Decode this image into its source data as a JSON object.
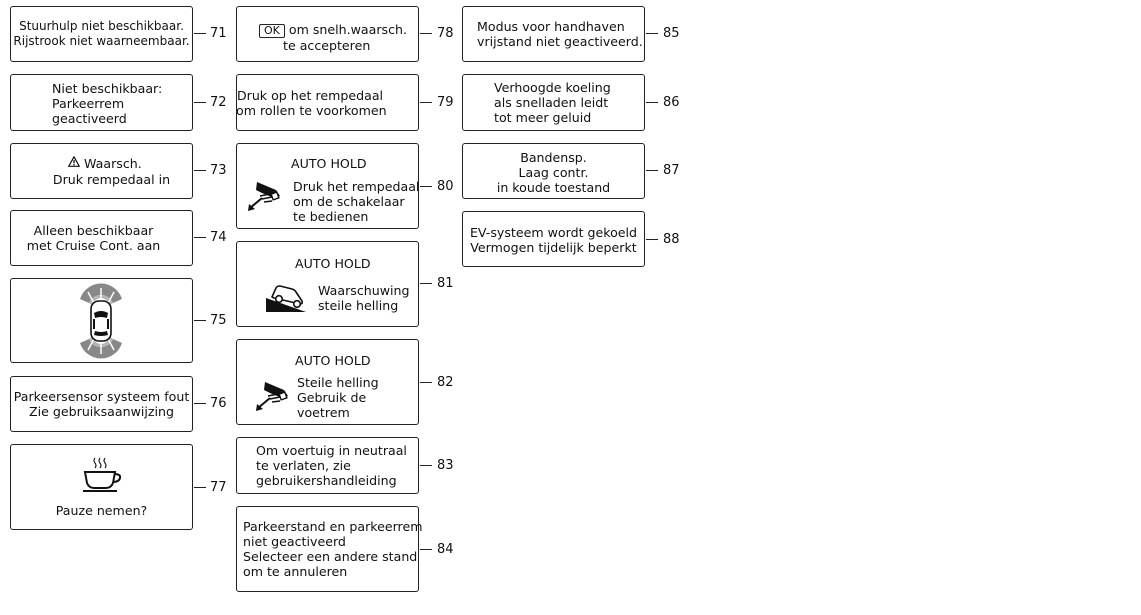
{
  "items": {
    "m71": {
      "lines": [
        "Stuurhulp niet beschikbaar.",
        "Rijstrook niet waarneembaar."
      ],
      "number": "71"
    },
    "m72": {
      "lines": [
        "Niet beschikbaar:",
        "Parkeerrem",
        "geactiveerd"
      ],
      "number": "72"
    },
    "m73": {
      "lines": [
        "Waarsch.",
        "Druk rempedaal in"
      ],
      "number": "73",
      "icon": "warning-triangle-icon"
    },
    "m74": {
      "lines": [
        "Alleen beschikbaar",
        "met Cruise Cont. aan"
      ],
      "number": "74"
    },
    "m75": {
      "number": "75",
      "icon": "car-parking-sensor-icon"
    },
    "m76": {
      "lines": [
        "Parkeersensor systeem fout",
        "Zie gebruiksaanwijzing"
      ],
      "number": "76"
    },
    "m77": {
      "lines": [
        "Pauze nemen?"
      ],
      "number": "77",
      "icon": "coffee-cup-icon"
    },
    "m78": {
      "ok": "OK",
      "lines": [
        "om snelh.waarsch.",
        "te accepteren"
      ],
      "number": "78"
    },
    "m79": {
      "lines": [
        "Druk op het rempedaal",
        "om rollen te voorkomen"
      ],
      "number": "79"
    },
    "m80": {
      "title": "AUTO HOLD",
      "lines": [
        "Druk het rempedaal",
        "om de schakelaar",
        "te bedienen"
      ],
      "number": "80",
      "icon": "foot-on-pedal-icon"
    },
    "m81": {
      "title": "AUTO HOLD",
      "lines": [
        "Waarschuwing",
        "steile helling"
      ],
      "number": "81",
      "icon": "car-on-slope-icon"
    },
    "m82": {
      "title": "AUTO HOLD",
      "lines": [
        "Steile helling",
        "Gebruik de",
        "voetrem"
      ],
      "number": "82",
      "icon": "foot-on-pedal-icon"
    },
    "m83": {
      "lines": [
        "Om voertuig in neutraal",
        "te verlaten, zie",
        "gebruikershandleiding"
      ],
      "number": "83"
    },
    "m84": {
      "lines": [
        "Parkeerstand en parkeerrem",
        "niet geactiveerd",
        "Selecteer een andere stand",
        "om te annuleren"
      ],
      "number": "84"
    },
    "m85": {
      "lines": [
        "Modus voor handhaven",
        "vrijstand niet geactiveerd."
      ],
      "number": "85"
    },
    "m86": {
      "lines": [
        "Verhoogde koeling",
        "als snelladen leidt",
        "tot meer geluid"
      ],
      "number": "86"
    },
    "m87": {
      "lines": [
        "Bandensp.",
        "Laag contr.",
        "in koude toestand"
      ],
      "number": "87"
    },
    "m88": {
      "lines": [
        "EV-systeem wordt gekoeld",
        "Vermogen tijdelijk beperkt"
      ],
      "number": "88"
    }
  }
}
